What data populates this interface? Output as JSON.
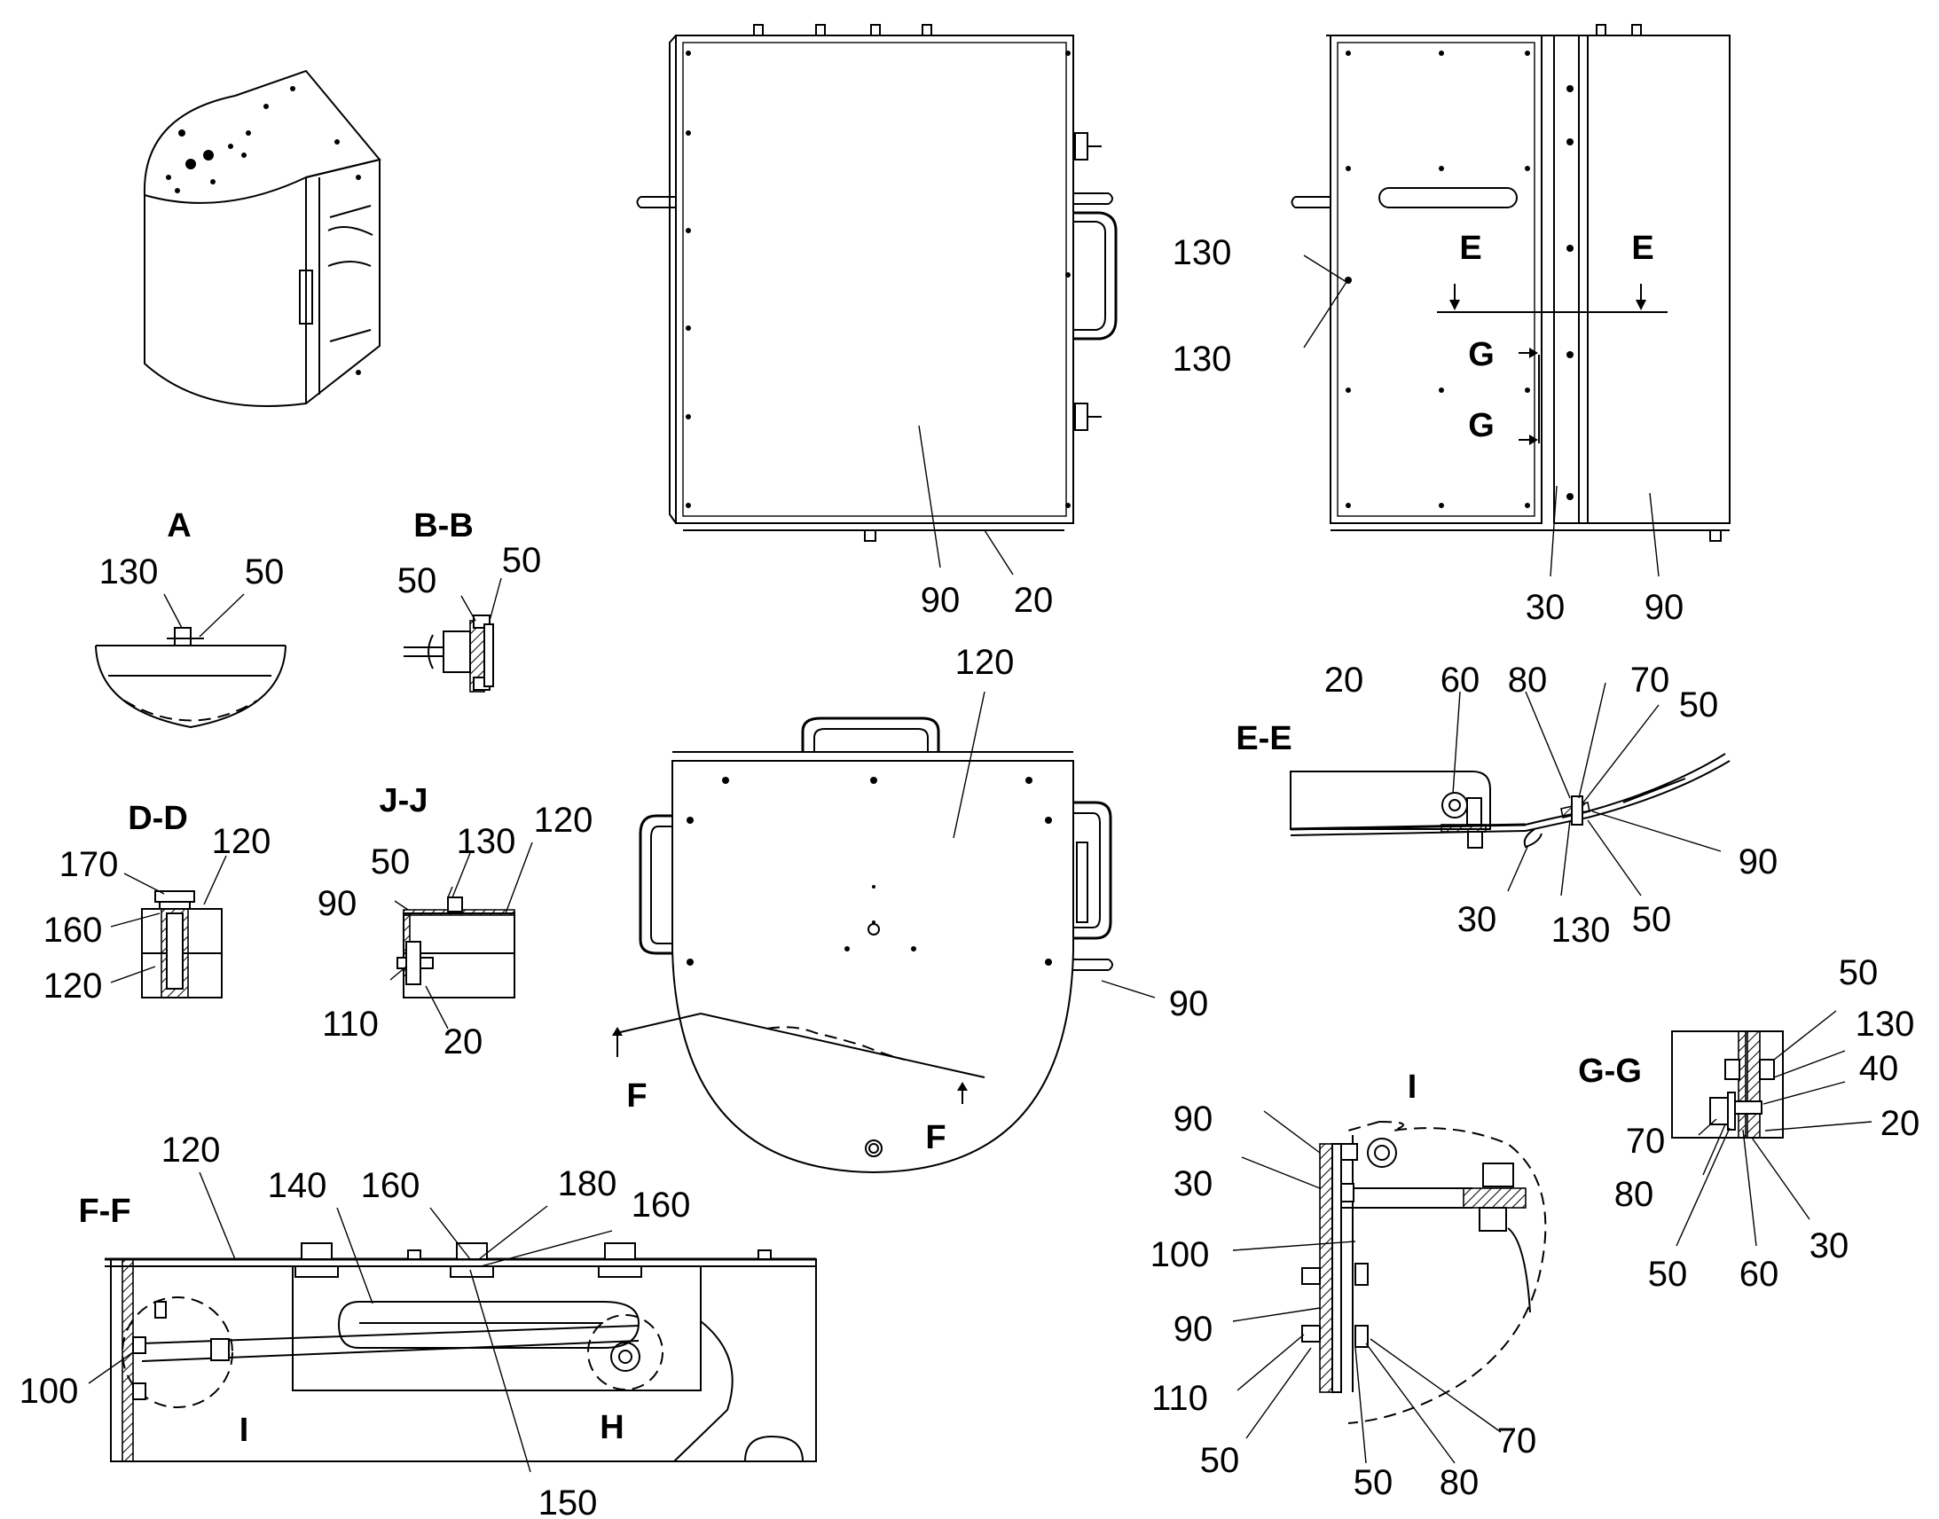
{
  "callouts": {
    "iso_none": [],
    "front": [
      "90",
      "20"
    ],
    "side": [
      "130",
      "130",
      "30",
      "90"
    ],
    "sect_A": [
      "130",
      "50"
    ],
    "sect_BB": [
      "50",
      "50"
    ],
    "sect_DD": [
      "170",
      "120",
      "160",
      "120"
    ],
    "sect_JJ": [
      "50",
      "130",
      "120",
      "90",
      "110",
      "20"
    ],
    "top": [
      "120",
      "90"
    ],
    "sect_EE": [
      "20",
      "60",
      "80",
      "70",
      "50",
      "90",
      "30",
      "130",
      "50"
    ],
    "sect_GG": [
      "50",
      "130",
      "40",
      "70",
      "20",
      "80",
      "30",
      "50",
      "60"
    ],
    "detail_I": [
      "90",
      "30",
      "100",
      "90",
      "110",
      "50",
      "70",
      "50",
      "80"
    ],
    "sect_FF": [
      "120",
      "140",
      "160",
      "180",
      "160",
      "100",
      "150"
    ]
  },
  "section_labels": {
    "A": "A",
    "BB": "B-B",
    "DD": "D-D",
    "JJ": "J-J",
    "EE": "E-E",
    "GG": "G-G",
    "FF": "F-F",
    "I_detail": "I",
    "I_in_ff": "I",
    "H_in_ff": "H",
    "E_left": "E",
    "E_right": "E",
    "G_top": "G",
    "G_bottom": "G",
    "F_left": "F",
    "F_right": "F"
  }
}
